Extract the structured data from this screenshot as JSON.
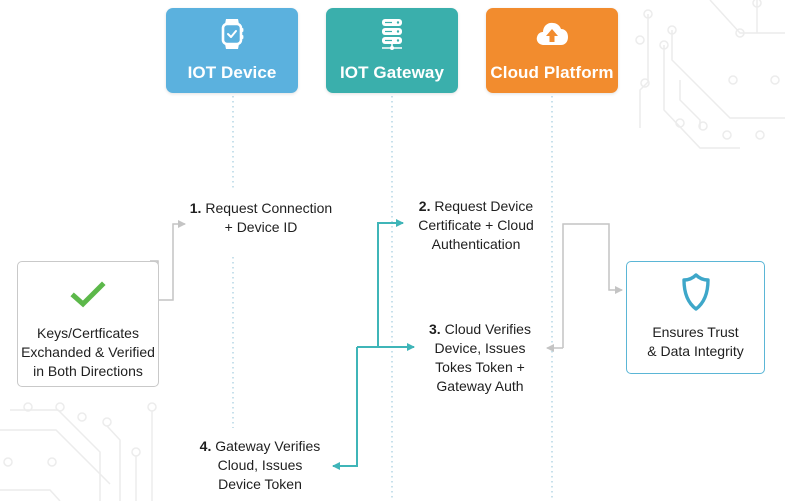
{
  "colors": {
    "device": "#5bb1de",
    "gateway": "#3aafac",
    "cloud": "#f28c2e",
    "teal_arrow": "#3fb5b8",
    "grey_arrow": "#c4c4c4",
    "check": "#5cb84a",
    "shield": "#3ea7c9"
  },
  "headers": [
    {
      "label": "IOT Device",
      "icon": "smartwatch-icon"
    },
    {
      "label": "IOT Gateway",
      "icon": "server-stack-icon"
    },
    {
      "label": "Cloud Platform",
      "icon": "cloud-upload-icon"
    }
  ],
  "steps": [
    {
      "num": "1.",
      "line1": "Request Connection",
      "line2": "+ Device ID"
    },
    {
      "num": "2.",
      "line1": "Request Device",
      "line2": "Certificate + Cloud",
      "line3": "Authentication"
    },
    {
      "num": "3.",
      "line1": "Cloud Verifies",
      "line2": "Device, Issues",
      "line3": "Tokes Token +",
      "line4": "Gateway Auth"
    },
    {
      "num": "4.",
      "line1": "Gateway Verifies",
      "line2": "Cloud, Issues",
      "line3": "Device Token"
    }
  ],
  "side_boxes": {
    "keys": {
      "icon": "checkmark-icon",
      "line1": "Keys/Certficates",
      "line2": "Exchanded & Verified",
      "line3": "in Both Directions"
    },
    "trust": {
      "icon": "shield-icon",
      "line1": "Ensures Trust",
      "line2": "& Data Integrity"
    }
  }
}
